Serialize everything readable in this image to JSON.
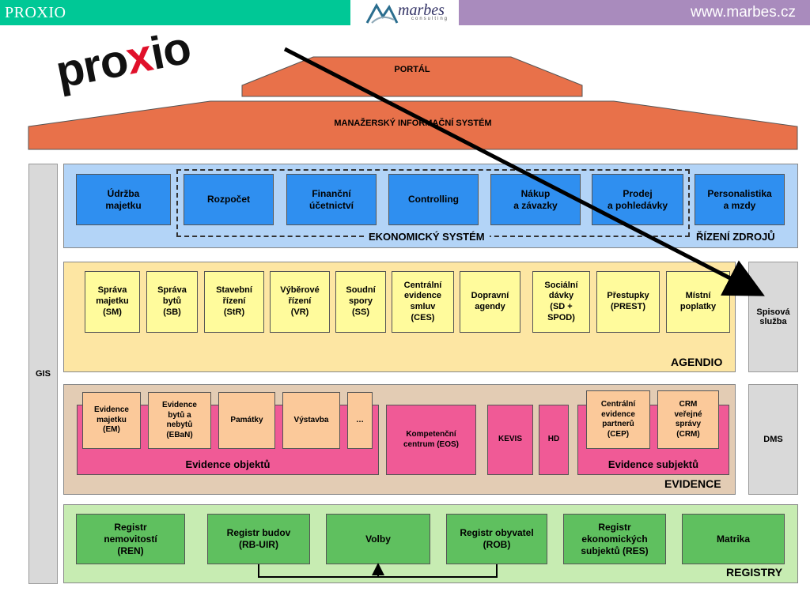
{
  "header": {
    "left_title": "PROXIO",
    "logo_text": "marbes",
    "logo_sub": "consulting",
    "url": "www.marbes.cz"
  },
  "logo": {
    "pro": "pro",
    "x": "x",
    "io": "io"
  },
  "roof": {
    "top": "PORTÁL",
    "bottom": "MANAŽERSKÝ INFORMAČNÍ SYSTÉM"
  },
  "side": {
    "gis": "GIS",
    "spisova": "Spisová\nslužba",
    "dms": "DMS"
  },
  "ekonomicky": {
    "label": "EKONOMICKÝ SYSTÉM",
    "right_label": "ŘÍZENÍ ZDROJŮ",
    "boxes": [
      "Údržba\nmajetku",
      "Rozpočet",
      "Finanční\núčetnictví",
      "Controlling",
      "Nákup\na závazky",
      "Prodej\na pohledávky",
      "Personalistika\na mzdy"
    ]
  },
  "agendio": {
    "label": "AGENDIO",
    "boxes": [
      "Správa\nmajetku\n(SM)",
      "Správa\nbytů\n(SB)",
      "Stavební\nřízení\n(StR)",
      "Výběrové\nřízení\n(VR)",
      "Soudní\nspory\n(SS)",
      "Centrální\nevidence\nsmluv\n(CES)",
      "Dopravní\nagendy",
      "Sociální\ndávky\n(SD +\nSPOD)",
      "Přestupky\n(PREST)",
      "Místní\npoplatky"
    ]
  },
  "evidence": {
    "label": "EVIDENCE",
    "objekty_label": "Evidence objektů",
    "subjekty_label": "Evidence subjektů",
    "objekty": [
      "Evidence\nmajetku\n(EM)",
      "Evidence\nbytů a\nnebytů\n(EBaN)",
      "Památky",
      "Výstavba",
      "…"
    ],
    "eos": "Kompetenční\ncentrum (EOS)",
    "kevis": "KEVIS",
    "hd": "HD",
    "subjekty": [
      "Centrální\nevidence\npartnerů\n(CEP)",
      "CRM\nveřejné\nsprávy\n(CRM)"
    ]
  },
  "registry": {
    "label": "REGISTRY",
    "boxes": [
      "Registr\nnemovitostí\n(REN)",
      "Registr budov\n(RB-UIR)",
      "Volby",
      "Registr obyvatel\n(ROB)",
      "Registr\nekonomických\nsubjektů (RES)",
      "Matrika"
    ]
  },
  "colors": {
    "header_green": "#00c896",
    "header_purple": "#a98bbd",
    "roof": "#e8714a",
    "eko_bg": "#b3d4f7",
    "agendio_bg": "#fde6a3",
    "evidence_bg": "#e3ccb4",
    "registry_bg": "#c7ecb2"
  }
}
